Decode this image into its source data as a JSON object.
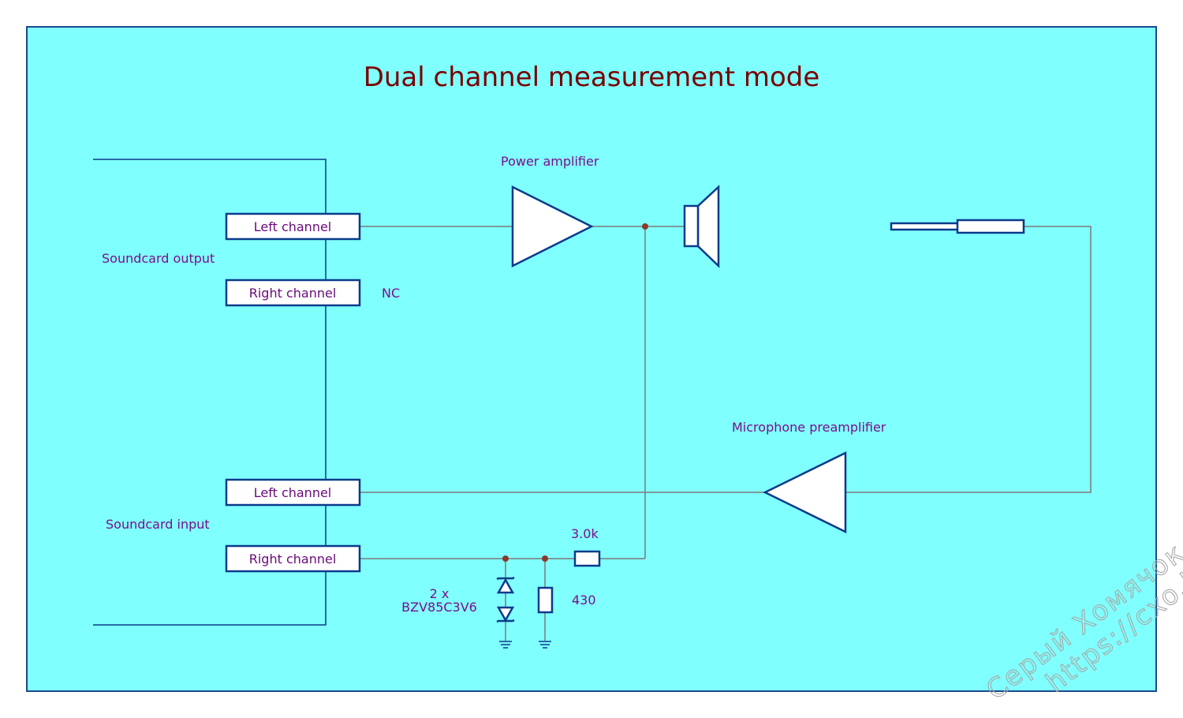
{
  "title": "Dual channel measurement mode",
  "labels": {
    "soundcard_output": "Soundcard output",
    "soundcard_input": "Soundcard input",
    "power_amplifier": "Power amplifier",
    "microphone_preamplifier": "Microphone preamplifier",
    "nc": "NC",
    "resistor_series": "3.0k",
    "resistor_shunt": "430",
    "zener_count": "2 x",
    "zener_part": "BZV85C3V6"
  },
  "channels": {
    "output_left": "Left channel",
    "output_right": "Right channel",
    "input_left": "Left channel",
    "input_right": "Right channel"
  },
  "watermark": {
    "line1": "Серый Хомячок",
    "line2": "https://cxo.ly"
  },
  "colors": {
    "background": "#80ffff",
    "border": "#1a4a8a",
    "wire": "#7a7a7a",
    "component": "#0a3a8a",
    "node": "#8b3a2a",
    "title": "#7a0000",
    "label": "#7a0f8a"
  }
}
